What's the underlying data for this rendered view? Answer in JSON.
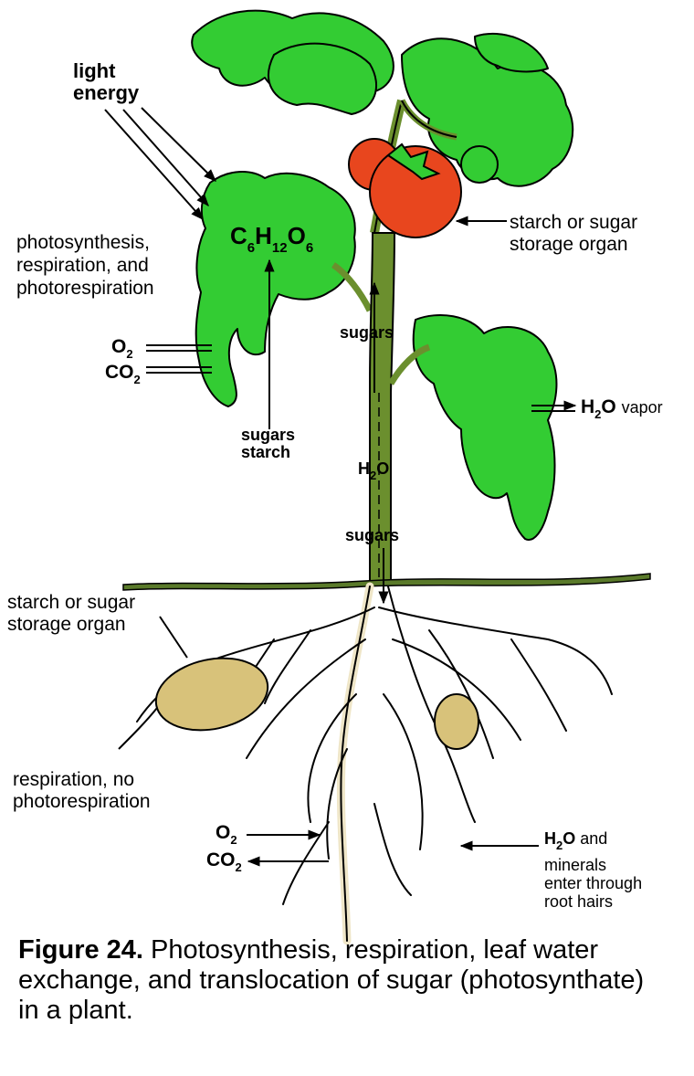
{
  "labels": {
    "light_energy_1": "light",
    "light_energy_2": "energy",
    "photo_1": "photosynthesis,",
    "photo_2": "respiration, and",
    "photo_3": "photorespiration",
    "formula_c": "C",
    "formula_c_sub": "6",
    "formula_h": "H",
    "formula_h_sub": "12",
    "formula_o": "O",
    "formula_o_sub": "6",
    "o2": "O",
    "o2_sub": "2",
    "co2": "CO",
    "co2_sub": "2",
    "leaf_sugars": "sugars",
    "leaf_starch": "starch",
    "fruit_storage_1": "starch or sugar",
    "fruit_storage_2": "storage organ",
    "stem_sugars_up": "sugars",
    "stem_h2o_h": "H",
    "stem_h2o_sub": "2",
    "stem_h2o_o": "O",
    "stem_sugars_down": "sugars",
    "vapor_h": "H",
    "vapor_sub": "2",
    "vapor_o": "O",
    "vapor_word": "vapor",
    "tuber_storage_1": "starch or sugar",
    "tuber_storage_2": "storage organ",
    "root_resp_1": "respiration, no",
    "root_resp_2": "photorespiration",
    "root_o2": "O",
    "root_o2_sub": "2",
    "root_co2": "CO",
    "root_co2_sub": "2",
    "hair_h": "H",
    "hair_sub": "2",
    "hair_o": "O",
    "hair_and": "and",
    "hair_2": "minerals",
    "hair_3": "enter through",
    "hair_4": "root hairs"
  },
  "caption": {
    "figure_label": "Figure 24.",
    "text": " Photosynthesis, respiration, leaf water exchange, and translocation of sugar (photosynthate) in a plant."
  },
  "colors": {
    "leaf": "#33cc33",
    "stem": "#6b8f2e",
    "fruit": "#e8461e",
    "tuber": "#d8c27a",
    "root": "#efe6c8",
    "soil": "#5a7a2a"
  }
}
